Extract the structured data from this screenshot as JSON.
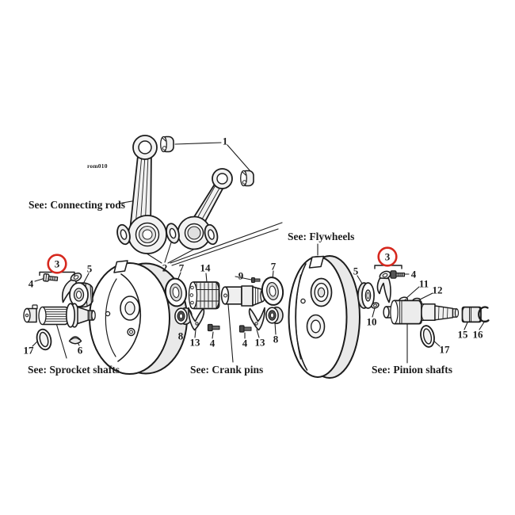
{
  "diagram": {
    "watermark": "rom010",
    "sections": {
      "connecting_rods": "See: Connecting rods",
      "flywheels": "See: Flywheels",
      "sprocket_shafts": "See: Sprocket shafts",
      "crank_pins": "See: Crank pins",
      "pinion_shafts": "See: Pinion shafts"
    },
    "callout_numbers": {
      "n1": "1",
      "n2": "2",
      "n3": "3",
      "n4": "4",
      "n5": "5",
      "n6": "6",
      "n7": "7",
      "n8": "8",
      "n9": "9",
      "n10": "10",
      "n11": "11",
      "n12": "12",
      "n13": "13",
      "n14": "14",
      "n15": "15",
      "n16": "16",
      "n17": "17"
    },
    "highlight": {
      "circled_number": "3",
      "color": "#d6281e"
    },
    "colors": {
      "line": "#1c1c1c",
      "background": "#ffffff",
      "fill_light": "#ececec",
      "fill_mid": "#d8d8d8"
    }
  }
}
